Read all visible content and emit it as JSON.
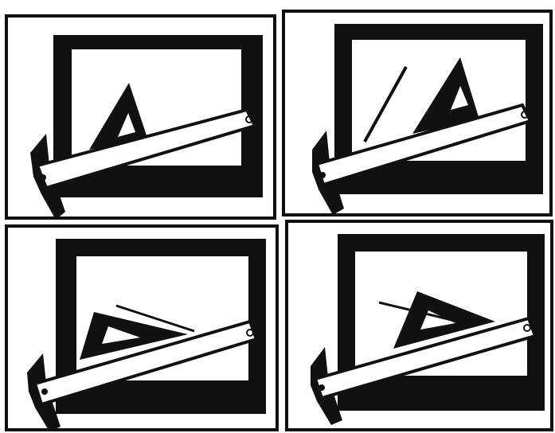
{
  "figure": {
    "ink_color": "#111111",
    "paper_color": "#ffffff",
    "panels": [
      {
        "id": "panel-1",
        "shows": [
          "drawing-board",
          "parallel-straightedge",
          "triangle"
        ]
      },
      {
        "id": "panel-2",
        "shows": [
          "drawing-board",
          "parallel-straightedge",
          "triangle",
          "drawn-line"
        ]
      },
      {
        "id": "panel-3",
        "shows": [
          "drawing-board",
          "parallel-straightedge",
          "triangle",
          "drawn-line"
        ]
      },
      {
        "id": "panel-4",
        "shows": [
          "drawing-board",
          "parallel-straightedge",
          "triangle",
          "drawn-line"
        ]
      }
    ]
  }
}
